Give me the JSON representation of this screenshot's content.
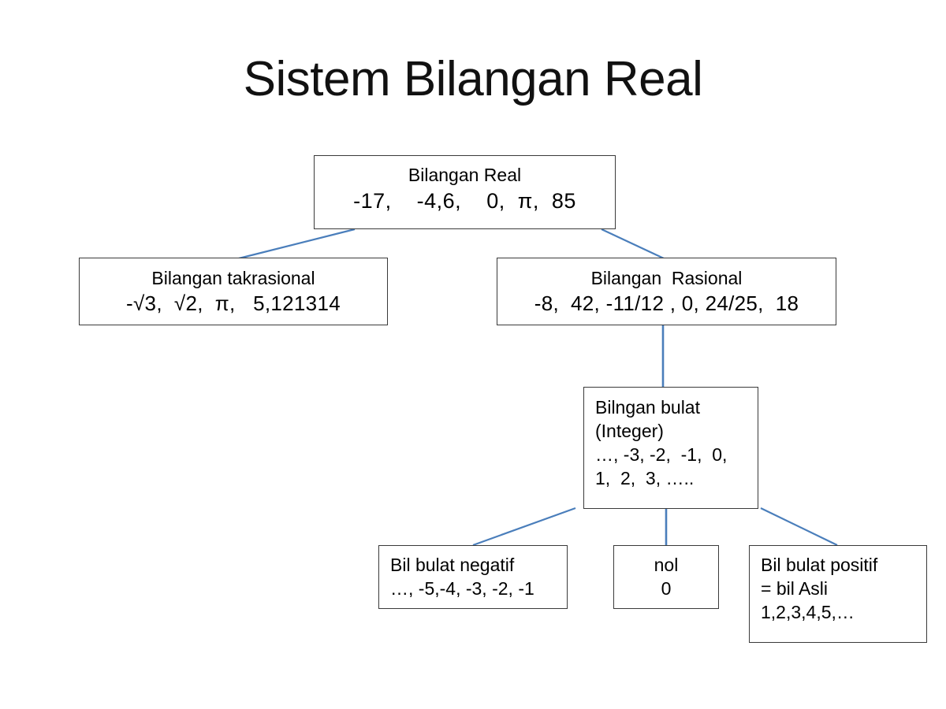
{
  "slide": {
    "title": "Sistem Bilangan Real",
    "background": "#ffffff",
    "connector_color": "#4a7ebb",
    "box_border_color": "#3a3a3a",
    "text_color": "#000000"
  },
  "nodes": {
    "real": {
      "heading": "Bilangan Real",
      "values": "-17,    -4,6,    0,  π,  85"
    },
    "irasional": {
      "heading": "Bilangan takrasional",
      "values": "-√3,  √2,  π,   5,121314"
    },
    "rasional": {
      "heading": "Bilangan  Rasional",
      "values": "-8,  42, -11/12 , 0, 24/25,  18"
    },
    "bulat": {
      "line1": "Bilngan bulat",
      "line2": "(Integer)",
      "line3": "…, -3, -2,  -1,  0,",
      "line4": "1,  2,  3, ….."
    },
    "negatif": {
      "line1": "Bil bulat negatif",
      "line2": "…, -5,-4, -3, -2, -1"
    },
    "nol": {
      "line1": "nol",
      "line2": "0"
    },
    "positif": {
      "line1": "Bil bulat positif",
      "line2": "= bil Asli",
      "line3": "1,2,3,4,5,…"
    }
  },
  "connectors": [
    {
      "name": "real-to-irasional",
      "from": "real",
      "to": "irasional"
    },
    {
      "name": "real-to-rasional",
      "from": "real",
      "to": "rasional"
    },
    {
      "name": "rasional-to-bulat",
      "from": "rasional",
      "to": "bulat"
    },
    {
      "name": "bulat-to-negatif",
      "from": "bulat",
      "to": "negatif"
    },
    {
      "name": "bulat-to-nol",
      "from": "bulat",
      "to": "nol"
    },
    {
      "name": "bulat-to-positif",
      "from": "bulat",
      "to": "positif"
    }
  ]
}
